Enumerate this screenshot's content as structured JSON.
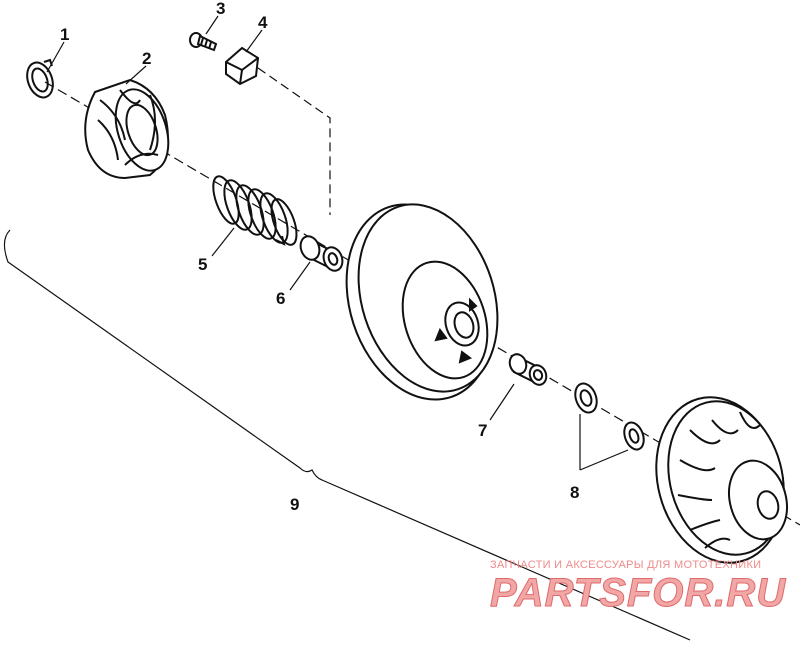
{
  "callouts": {
    "c1": "1",
    "c2": "2",
    "c3": "3",
    "c4": "4",
    "c5": "5",
    "c6": "6",
    "c7": "7",
    "c8": "8",
    "c9": "9"
  },
  "watermark": {
    "line1": "ЗАПЧАСТИ И АКСЕССУАРЫ ДЛЯ МОТОТЕХНИКИ",
    "line2": "PARTSFOR.RU"
  },
  "colors": {
    "ink": "#111111",
    "watermark_light": "#f2a7a7",
    "watermark_dark": "#e06a6a"
  }
}
